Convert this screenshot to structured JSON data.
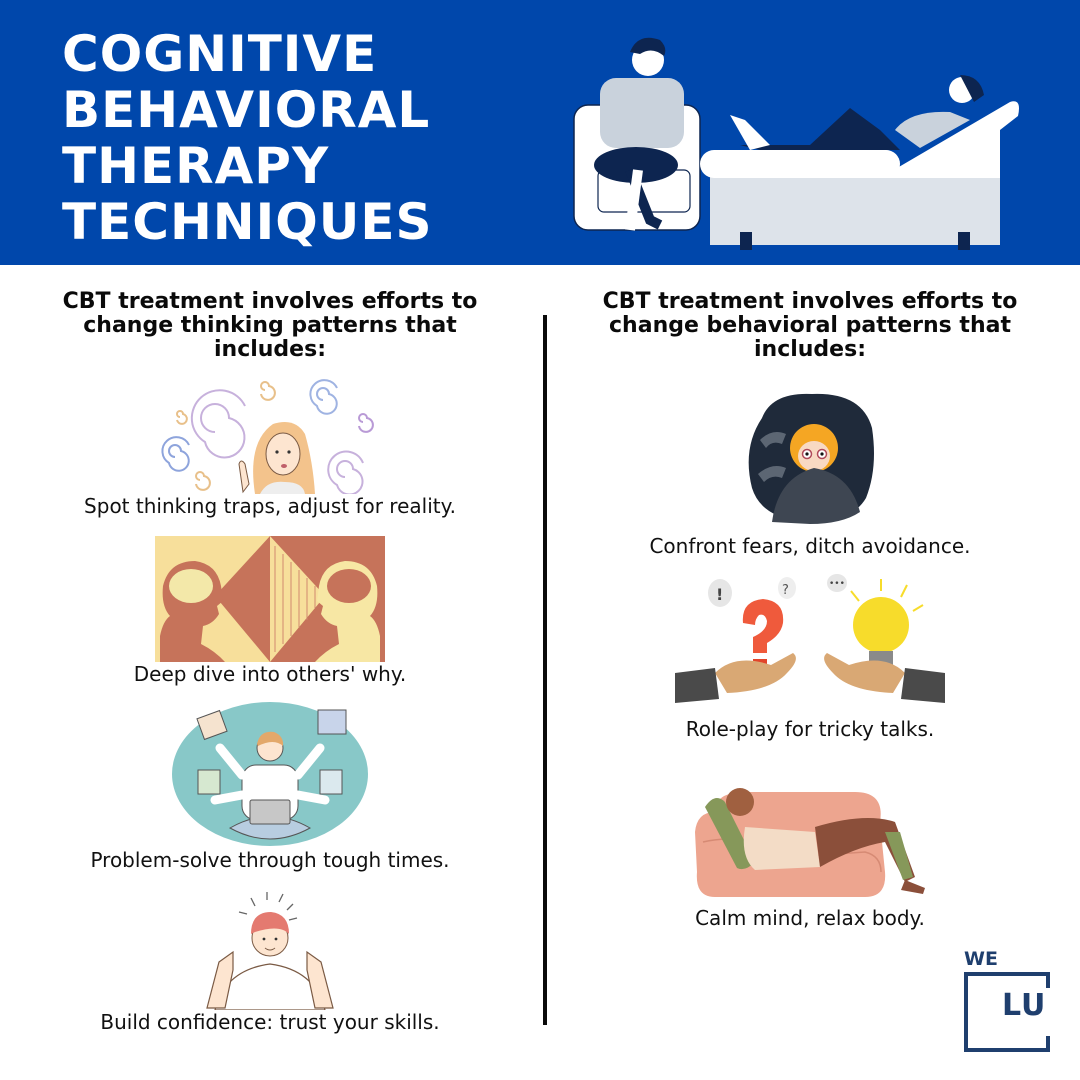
{
  "header": {
    "title_lines": [
      "COGNITIVE",
      "BEHAVIORAL",
      "THERAPY",
      "TECHNIQUES"
    ],
    "background_color": "#0047ab",
    "illustration": "therapist-and-patient-on-couch"
  },
  "left_column": {
    "heading": "CBT treatment involves efforts to change thinking patterns that includes:",
    "items": [
      {
        "icon": "confused-woman-spirals-illustration",
        "caption": "Spot thinking traps, adjust for reality."
      },
      {
        "icon": "two-heads-brains-illustration",
        "caption": "Deep dive into others' why."
      },
      {
        "icon": "multitasking-puzzle-person-illustration",
        "caption": "Problem-solve through tough times."
      },
      {
        "icon": "confident-person-thumbs-illustration",
        "caption": "Build confidence: trust your skills."
      }
    ]
  },
  "right_column": {
    "heading": "CBT treatment involves efforts to change behavioral patterns that includes:",
    "items": [
      {
        "icon": "scared-child-shadow-hands-illustration",
        "caption": "Confront fears, ditch avoidance."
      },
      {
        "icon": "hands-question-lightbulb-illustration",
        "caption": "Role-play for tricky talks."
      },
      {
        "icon": "person-relaxing-sofa-illustration",
        "caption": "Calm mind, relax body."
      }
    ]
  },
  "logo": {
    "top_text": "WE",
    "box_text": "LU",
    "color": "#1f3f6e"
  }
}
